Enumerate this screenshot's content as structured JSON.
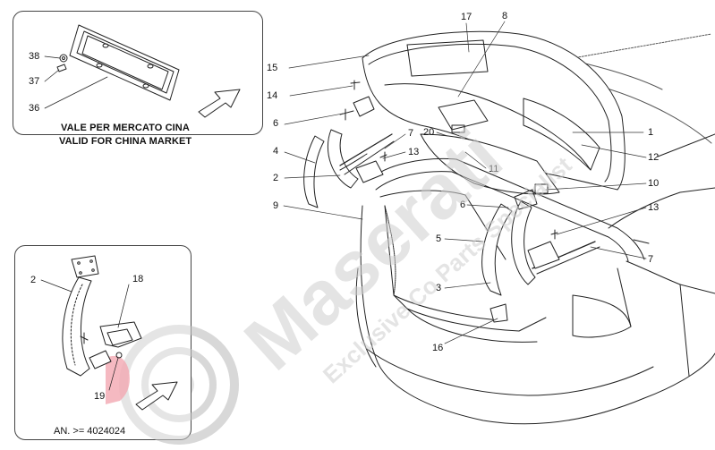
{
  "inset_top": {
    "caption_line1": "VALE PER MERCATO CINA",
    "caption_line2": "VALID FOR CHINA MARKET",
    "callouts": [
      "38",
      "37",
      "36"
    ]
  },
  "inset_bottom": {
    "annotation": "AN. >= 4024024",
    "callouts": [
      "2",
      "18",
      "19"
    ]
  },
  "main_callouts": {
    "c17": "17",
    "c8": "8",
    "c15": "15",
    "c14": "14",
    "c6a": "6",
    "c7a": "7",
    "c20": "20",
    "c4": "4",
    "c13a": "13",
    "c2": "2",
    "c9": "9",
    "c11": "11",
    "c1": "1",
    "c12": "12",
    "c10": "10",
    "c6b": "6",
    "c5": "5",
    "c13b": "13",
    "c7b": "7",
    "c3": "3",
    "c16": "16"
  },
  "watermark": {
    "line1": "Maserati",
    "line2": "Exclusive Co Parts Specialist"
  },
  "colors": {
    "line": "#222222",
    "accent": "#d9334a",
    "watermark": "#cfcfcf"
  }
}
